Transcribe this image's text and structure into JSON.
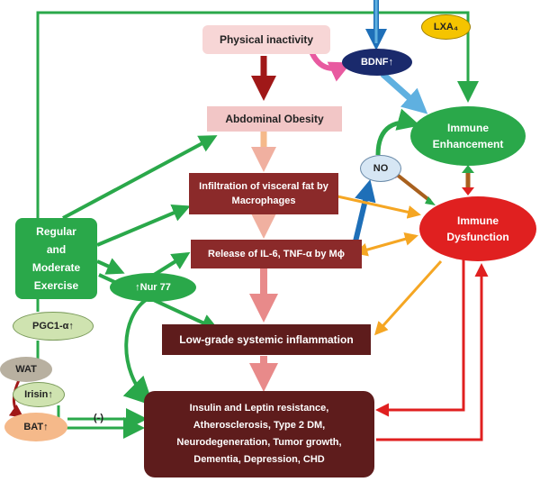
{
  "colors": {
    "green": "#2aa84a",
    "dark_green": "#1f7a34",
    "maroon": "#8b2a2a",
    "dark_maroon": "#5e1c1c",
    "red": "#e02020",
    "orange": "#f5a623",
    "blue": "#1e6fb8",
    "light_blue": "#5fb0e0",
    "pink": "#e85aa0",
    "navy": "#1a2a6c",
    "yellow": "#f5c400",
    "light_green": "#cfe3b0",
    "pink_box": "#f7d6d6",
    "peach": "#f5b98a"
  },
  "nodes": {
    "physical_inactivity": "Physical inactivity",
    "bdnf": "BDNF↑",
    "lxa4": "LXA₄",
    "abdominal_obesity": "Abdominal Obesity",
    "immune_enhancement": [
      "Immune",
      "Enhancement"
    ],
    "no": "NO",
    "infiltration": [
      "Infiltration of visceral fat by",
      "Macrophages"
    ],
    "immune_dysfunction": [
      "Immune",
      "Dysfunction"
    ],
    "regular_exercise": [
      "Regular",
      "and",
      "Moderate",
      "Exercise"
    ],
    "release": "Release of IL-6, TNF-α by Mϕ",
    "nur77": "↑Nur 77",
    "pgc1": "PGC1-α↑",
    "low_grade": "Low-grade systemic inflammation",
    "wat": "WAT",
    "irisin": "Irisin↑",
    "bat": "BAT↑",
    "minus": "(-)",
    "outcomes": [
      "Insulin and Leptin resistance,",
      "Atherosclerosis, Type 2 DM,",
      "Neurodegeneration, Tumor growth,",
      "Dementia, Depression, CHD"
    ]
  }
}
